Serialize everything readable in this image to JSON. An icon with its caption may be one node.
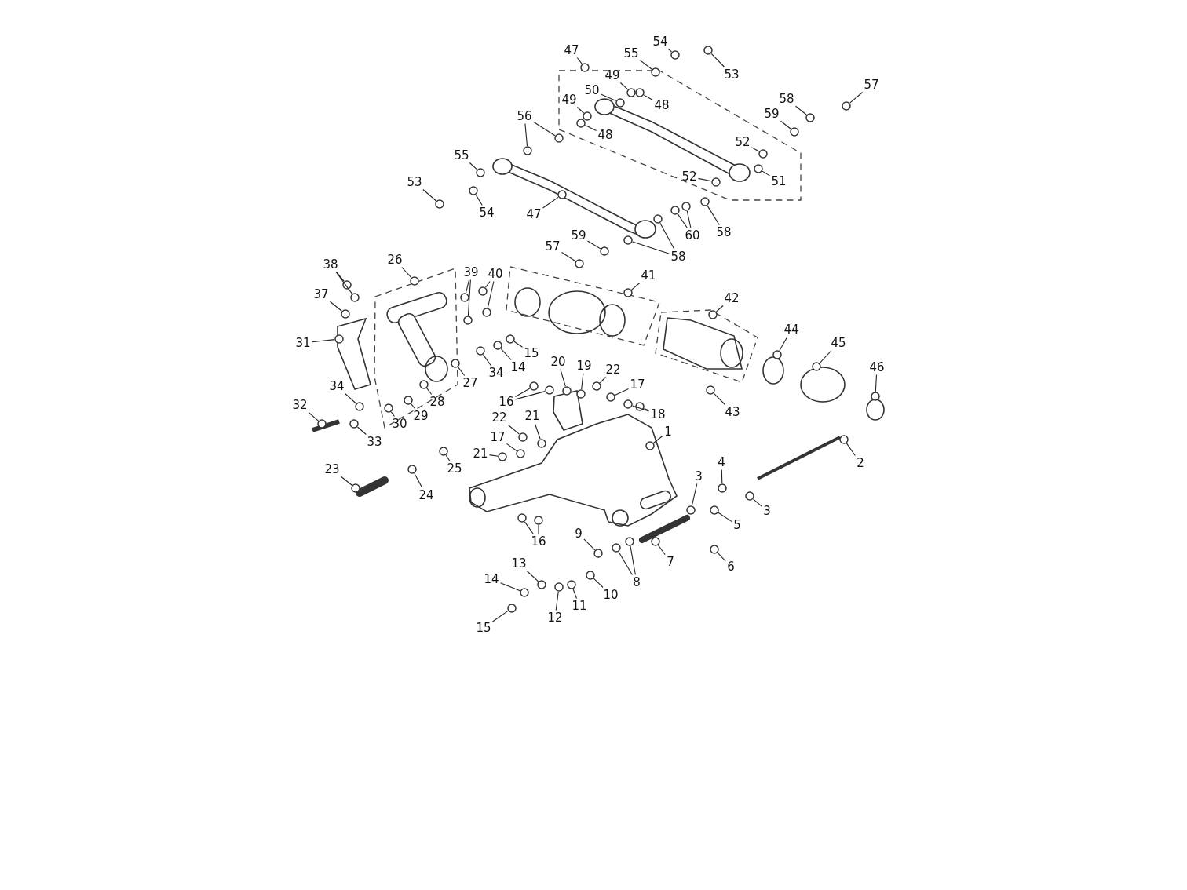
{
  "diagram": {
    "nodes": [
      {
        "text": [
          "47"
        ]
      },
      {
        "text": [
          "54"
        ]
      },
      {
        "text": [
          "55"
        ]
      },
      {
        "text": [
          "53"
        ]
      },
      {
        "text": [
          "49"
        ]
      },
      {
        "text": [
          "50"
        ]
      },
      {
        "text": [
          "48"
        ]
      },
      {
        "text": [
          "49"
        ]
      },
      {
        "text": [
          "48"
        ]
      },
      {
        "text": [
          "56"
        ]
      },
      {
        "text": [
          "58"
        ]
      },
      {
        "text": [
          "57"
        ]
      },
      {
        "text": [
          "59"
        ]
      },
      {
        "text": [
          "52"
        ]
      },
      {
        "text": [
          "55"
        ]
      },
      {
        "text": [
          "53"
        ]
      },
      {
        "text": [
          "52"
        ]
      },
      {
        "text": [
          "51"
        ]
      },
      {
        "text": [
          "54"
        ]
      },
      {
        "text": [
          "47"
        ]
      },
      {
        "text": [
          "60"
        ]
      },
      {
        "text": [
          "58"
        ]
      },
      {
        "text": [
          "59"
        ]
      },
      {
        "text": [
          "57"
        ]
      },
      {
        "text": [
          "58"
        ]
      },
      {
        "text": [
          "38"
        ]
      },
      {
        "text": [
          "26"
        ]
      },
      {
        "text": [
          "39"
        ]
      },
      {
        "text": [
          "40"
        ]
      },
      {
        "text": [
          "41"
        ]
      },
      {
        "text": [
          "37"
        ]
      },
      {
        "text": [
          "42"
        ]
      },
      {
        "text": [
          "31"
        ]
      },
      {
        "text": [
          "44"
        ]
      },
      {
        "text": [
          "45"
        ]
      },
      {
        "text": [
          "15"
        ]
      },
      {
        "text": [
          "14"
        ]
      },
      {
        "text": [
          "34"
        ]
      },
      {
        "text": [
          "27"
        ]
      },
      {
        "text": [
          "46"
        ]
      },
      {
        "text": [
          "20"
        ]
      },
      {
        "text": [
          "19"
        ]
      },
      {
        "text": [
          "22"
        ]
      },
      {
        "text": [
          "17"
        ]
      },
      {
        "text": [
          "16"
        ]
      },
      {
        "text": [
          "28"
        ]
      },
      {
        "text": [
          "18"
        ]
      },
      {
        "text": [
          "29"
        ]
      },
      {
        "text": [
          "34"
        ]
      },
      {
        "text": [
          "32"
        ]
      },
      {
        "text": [
          "30"
        ]
      },
      {
        "text": [
          "43"
        ]
      },
      {
        "text": [
          "33"
        ]
      },
      {
        "text": [
          "22"
        ]
      },
      {
        "text": [
          "21"
        ]
      },
      {
        "text": [
          "1"
        ]
      },
      {
        "text": [
          "17"
        ]
      },
      {
        "text": [
          "21"
        ]
      },
      {
        "text": [
          "25"
        ]
      },
      {
        "text": [
          "2"
        ]
      },
      {
        "text": [
          "3"
        ]
      },
      {
        "text": [
          "4"
        ]
      },
      {
        "text": [
          "23"
        ]
      },
      {
        "text": [
          "24"
        ]
      },
      {
        "text": [
          "3"
        ]
      },
      {
        "text": [
          "5"
        ]
      },
      {
        "text": [
          "16"
        ]
      },
      {
        "text": [
          "9"
        ]
      },
      {
        "text": [
          "6"
        ]
      },
      {
        "text": [
          "7"
        ]
      },
      {
        "text": [
          "13"
        ]
      },
      {
        "text": [
          "8"
        ]
      },
      {
        "text": [
          "14"
        ]
      },
      {
        "text": [
          "10"
        ]
      },
      {
        "text": [
          "11"
        ]
      },
      {
        "text": [
          "12"
        ]
      },
      {
        "text": [
          "15"
        ]
      },
      {
        "text": [],
        "shape": "circle"
      },
      {
        "text": [],
        "shape": "circle"
      },
      {
        "text": [],
        "shape": "circle"
      },
      {
        "text": [],
        "shape": "circle"
      },
      {
        "text": [],
        "shape": "circle"
      },
      {
        "text": [],
        "shape": "circle"
      },
      {
        "text": [],
        "shape": "circle"
      },
      {
        "text": [],
        "shape": "circle"
      },
      {
        "text": [],
        "shape": "circle"
      },
      {
        "text": [],
        "shape": "circle"
      },
      {
        "text": [],
        "shape": "circle"
      },
      {
        "text": [],
        "shape": "circle"
      },
      {
        "text": [],
        "shape": "circle"
      },
      {
        "text": [],
        "shape": "circle"
      },
      {
        "text": [],
        "shape": "circle"
      },
      {
        "text": [],
        "shape": "circle"
      },
      {
        "text": [],
        "shape": "circle"
      },
      {
        "text": [],
        "shape": "circle"
      },
      {
        "text": [],
        "shape": "circle"
      },
      {
        "text": [],
        "shape": "circle"
      },
      {
        "text": [],
        "shape": "circle"
      },
      {
        "text": [],
        "shape": "circle"
      },
      {
        "text": [],
        "shape": "circle"
      },
      {
        "text": [],
        "shape": "circle"
      },
      {
        "text": [],
        "shape": "circle"
      },
      {
        "text": [],
        "shape": "circle"
      },
      {
        "text": [],
        "shape": "circle"
      },
      {
        "text": [],
        "shape": "circle"
      },
      {
        "text": [],
        "shape": "circle"
      },
      {
        "text": [],
        "shape": "circle"
      },
      {
        "text": [],
        "shape": "circle"
      },
      {
        "text": [],
        "shape": "circle"
      },
      {
        "text": [],
        "shape": "circle"
      },
      {
        "text": [],
        "shape": "circle"
      },
      {
        "text": [],
        "shape": "circle"
      },
      {
        "text": [],
        "shape": "circle"
      },
      {
        "text": [],
        "shape": "circle"
      },
      {
        "text": [],
        "shape": "circle"
      },
      {
        "text": [],
        "shape": "circle"
      },
      {
        "text": [],
        "shape": "circle"
      },
      {
        "text": [],
        "shape": "circle"
      },
      {
        "text": [],
        "shape": "circle"
      },
      {
        "text": [],
        "shape": "circle"
      },
      {
        "text": [],
        "shape": "circle"
      },
      {
        "text": [],
        "shape": "circle"
      },
      {
        "text": [],
        "shape": "circle"
      },
      {
        "text": [],
        "shape": "circle"
      },
      {
        "text": [],
        "shape": "circle"
      },
      {
        "text": [],
        "shape": "circle"
      },
      {
        "text": [],
        "shape": "circle"
      },
      {
        "text": [],
        "shape": "circle"
      },
      {
        "text": [],
        "shape": "circle"
      },
      {
        "text": [],
        "shape": "circle"
      },
      {
        "text": [],
        "shape": "circle"
      },
      {
        "text": [],
        "shape": "circle"
      },
      {
        "text": [],
        "shape": "circle"
      },
      {
        "text": [],
        "shape": "circle"
      },
      {
        "text": [],
        "shape": "circle"
      },
      {
        "text": [],
        "shape": "circle"
      },
      {
        "text": [],
        "shape": "circle"
      },
      {
        "text": [],
        "shape": "circle"
      },
      {
        "text": [],
        "shape": "circle"
      },
      {
        "text": [],
        "shape": "circle"
      },
      {
        "text": [],
        "shape": "circle"
      },
      {
        "text": [],
        "shape": "circle"
      },
      {
        "text": [],
        "shape": "circle"
      },
      {
        "text": [],
        "shape": "circle"
      },
      {
        "text": [],
        "shape": "circle"
      },
      {
        "text": [],
        "shape": "circle"
      },
      {
        "text": [],
        "shape": "circle"
      },
      {
        "text": [],
        "shape": "circle"
      },
      {
        "text": [],
        "shape": "circle"
      },
      {
        "text": [],
        "shape": "circle"
      },
      {
        "text": [],
        "shape": "circle"
      },
      {
        "text": [],
        "shape": "circle"
      },
      {
        "text": [],
        "shape": "circle"
      },
      {
        "text": [],
        "shape": "circle"
      },
      {
        "text": [],
        "shape": "circle"
      },
      {
        "text": [],
        "shape": "circle"
      },
      {
        "text": [],
        "shape": "circle"
      },
      {
        "text": [],
        "shape": "circle"
      },
      {
        "text": [],
        "shape": "circle"
      },
      {
        "text": [],
        "shape": "circle"
      },
      {
        "text": [],
        "shape": "circle"
      },
      {
        "text": [],
        "shape": "circle"
      },
      {
        "text": [],
        "shape": "circle"
      },
      {
        "text": [],
        "shape": "circle"
      }
    ],
    "edges": [
      {
        "from": 0,
        "to": 77,
        "arrow": "none"
      },
      {
        "from": 1,
        "to": 78,
        "arrow": "none"
      },
      {
        "from": 2,
        "to": 79,
        "arrow": "none"
      },
      {
        "from": 3,
        "to": 80,
        "arrow": "none"
      },
      {
        "from": 4,
        "to": 81,
        "arrow": "none"
      },
      {
        "from": 5,
        "to": 82,
        "arrow": "none"
      },
      {
        "from": 6,
        "to": 83,
        "arrow": "none"
      },
      {
        "from": 7,
        "to": 84,
        "arrow": "none"
      },
      {
        "from": 8,
        "to": 85,
        "arrow": "none"
      },
      {
        "from": 9,
        "to": 86,
        "arrow": "none"
      },
      {
        "from": 9,
        "to": 87,
        "arrow": "none"
      },
      {
        "from": 10,
        "to": 88,
        "arrow": "none"
      },
      {
        "from": 11,
        "to": 89,
        "arrow": "none"
      },
      {
        "from": 12,
        "to": 90,
        "arrow": "none"
      },
      {
        "from": 13,
        "to": 91,
        "arrow": "none"
      },
      {
        "from": 14,
        "to": 92,
        "arrow": "none"
      },
      {
        "from": 15,
        "to": 93,
        "arrow": "none"
      },
      {
        "from": 16,
        "to": 94,
        "arrow": "none"
      },
      {
        "from": 17,
        "to": 95,
        "arrow": "none"
      },
      {
        "from": 18,
        "to": 96,
        "arrow": "none"
      },
      {
        "from": 19,
        "to": 97,
        "arrow": "none"
      },
      {
        "from": 20,
        "to": 98,
        "arrow": "none"
      },
      {
        "from": 20,
        "to": 99,
        "arrow": "none"
      },
      {
        "from": 21,
        "to": 100,
        "arrow": "none"
      },
      {
        "from": 22,
        "to": 101,
        "arrow": "none"
      },
      {
        "from": 23,
        "to": 102,
        "arrow": "none"
      },
      {
        "from": 24,
        "to": 103,
        "arrow": "none"
      },
      {
        "from": 24,
        "to": 104,
        "arrow": "none"
      },
      {
        "from": 25,
        "to": 105,
        "arrow": "none"
      },
      {
        "from": 25,
        "to": 106,
        "arrow": "none"
      },
      {
        "from": 26,
        "to": 107,
        "arrow": "none"
      },
      {
        "from": 27,
        "to": 108,
        "arrow": "none"
      },
      {
        "from": 27,
        "to": 109,
        "arrow": "none"
      },
      {
        "from": 28,
        "to": 110,
        "arrow": "none"
      },
      {
        "from": 28,
        "to": 111,
        "arrow": "none"
      },
      {
        "from": 29,
        "to": 112,
        "arrow": "none"
      },
      {
        "from": 30,
        "to": 113,
        "arrow": "none"
      },
      {
        "from": 31,
        "to": 114,
        "arrow": "none"
      },
      {
        "from": 32,
        "to": 115,
        "arrow": "none"
      },
      {
        "from": 33,
        "to": 116,
        "arrow": "none"
      },
      {
        "from": 34,
        "to": 117,
        "arrow": "none"
      },
      {
        "from": 35,
        "to": 118,
        "arrow": "none"
      },
      {
        "from": 36,
        "to": 119,
        "arrow": "none"
      },
      {
        "from": 37,
        "to": 120,
        "arrow": "none"
      },
      {
        "from": 38,
        "to": 121,
        "arrow": "none"
      },
      {
        "from": 39,
        "to": 122,
        "arrow": "none"
      },
      {
        "from": 40,
        "to": 123,
        "arrow": "none"
      },
      {
        "from": 41,
        "to": 124,
        "arrow": "none"
      },
      {
        "from": 42,
        "to": 125,
        "arrow": "none"
      },
      {
        "from": 43,
        "to": 126,
        "arrow": "none"
      },
      {
        "from": 44,
        "to": 127,
        "arrow": "none"
      },
      {
        "from": 44,
        "to": 128,
        "arrow": "none"
      },
      {
        "from": 45,
        "to": 129,
        "arrow": "none"
      },
      {
        "from": 46,
        "to": 130,
        "arrow": "none"
      },
      {
        "from": 46,
        "to": 131,
        "arrow": "none"
      },
      {
        "from": 47,
        "to": 132,
        "arrow": "none"
      },
      {
        "from": 48,
        "to": 133,
        "arrow": "none"
      },
      {
        "from": 49,
        "to": 134,
        "arrow": "none"
      },
      {
        "from": 50,
        "to": 135,
        "arrow": "none"
      },
      {
        "from": 51,
        "to": 136,
        "arrow": "none"
      },
      {
        "from": 52,
        "to": 137,
        "arrow": "none"
      },
      {
        "from": 53,
        "to": 138,
        "arrow": "none"
      },
      {
        "from": 54,
        "to": 139,
        "arrow": "none"
      },
      {
        "from": 55,
        "to": 140,
        "arrow": "none"
      },
      {
        "from": 56,
        "to": 141,
        "arrow": "none"
      },
      {
        "from": 57,
        "to": 142,
        "arrow": "none"
      },
      {
        "from": 58,
        "to": 143,
        "arrow": "none"
      },
      {
        "from": 59,
        "to": 144,
        "arrow": "none"
      },
      {
        "from": 60,
        "to": 145,
        "arrow": "none"
      },
      {
        "from": 61,
        "to": 146,
        "arrow": "none"
      },
      {
        "from": 62,
        "to": 147,
        "arrow": "none"
      },
      {
        "from": 63,
        "to": 148,
        "arrow": "none"
      },
      {
        "from": 64,
        "to": 149,
        "arrow": "none"
      },
      {
        "from": 65,
        "to": 150,
        "arrow": "none"
      },
      {
        "from": 66,
        "to": 151,
        "arrow": "none"
      },
      {
        "from": 66,
        "to": 152,
        "arrow": "none"
      },
      {
        "from": 67,
        "to": 153,
        "arrow": "none"
      },
      {
        "from": 68,
        "to": 154,
        "arrow": "none"
      },
      {
        "from": 69,
        "to": 155,
        "arrow": "none"
      },
      {
        "from": 70,
        "to": 156,
        "arrow": "none"
      },
      {
        "from": 71,
        "to": 157,
        "arrow": "none"
      },
      {
        "from": 71,
        "to": 158,
        "arrow": "none"
      },
      {
        "from": 72,
        "to": 159,
        "arrow": "none"
      },
      {
        "from": 73,
        "to": 160,
        "arrow": "none"
      },
      {
        "from": 74,
        "to": 161,
        "arrow": "none"
      },
      {
        "from": 75,
        "to": 162,
        "arrow": "none"
      },
      {
        "from": 76,
        "to": 163,
        "arrow": "none"
      }
    ]
  }
}
